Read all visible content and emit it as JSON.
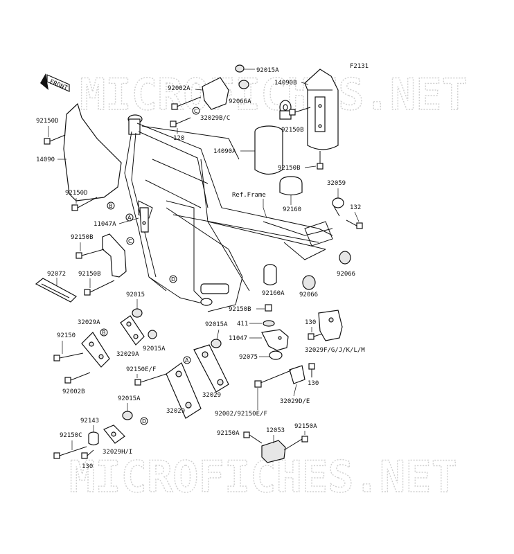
{
  "figure_code": "F2131",
  "watermark": "MICROFICHES.NET",
  "front_badge": "FRONT",
  "ref_frame": "Ref.Frame",
  "labels": {
    "p92015A_top": "92015A",
    "p92002A": "92002A",
    "p92066A": "92066A",
    "p32029BC": "32029B/C",
    "p120": "120",
    "p14090A": "14090A",
    "p14090B": "14090B",
    "p92150B_r1": "92150B",
    "p92150B_r2": "92150B",
    "p92150D_1": "92150D",
    "p92150D_2": "92150D",
    "p14090": "14090",
    "p32059": "32059",
    "p92160": "92160",
    "p132": "132",
    "p11047A": "11047A",
    "p92150B_l1": "92150B",
    "p92150B_l2": "92150B",
    "p92072": "92072",
    "p92066": "92066",
    "p92160A": "92160A",
    "p92066b": "92066",
    "p92015": "92015",
    "p32029A_1": "32029A",
    "p32029A_2": "32029A",
    "p92015A_m": "92015A",
    "p92015A_r": "92015A",
    "p92150": "92150",
    "p92002B": "92002B",
    "p92150EF": "92150E/F",
    "p92015A_b": "92015A",
    "p32029_1": "32029",
    "p32029_2": "32029",
    "p92150B_c": "92150B",
    "p411": "411",
    "p11047": "11047",
    "p92075": "92075",
    "p130_r": "130",
    "p32029FGJKLM": "32029F/G/J/K/L/M",
    "p130_r2": "130",
    "p32029DE": "32029D/E",
    "p92002_92150EF": "92002/92150E/F",
    "p92143": "92143",
    "p92150C": "92150C",
    "p32029HI": "32029H/I",
    "p130_b": "130",
    "p92150A_1": "92150A",
    "p12053": "12053",
    "p92150A_2": "92150A"
  },
  "callouts": {
    "A": "A",
    "B": "B",
    "C": "C",
    "D": "D"
  }
}
